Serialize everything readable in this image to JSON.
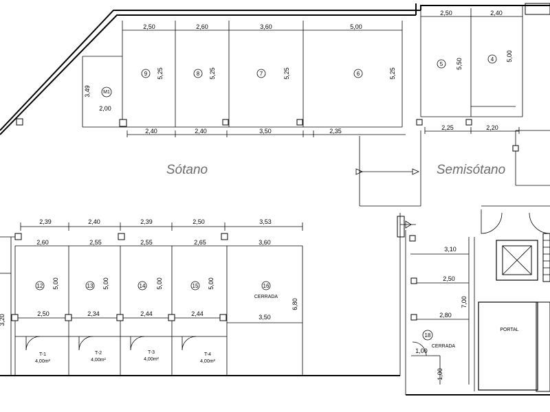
{
  "areas": {
    "sotano": "Sótano",
    "semisotano": "Semisótano",
    "portal": "PORTAL"
  },
  "top_row": {
    "top_dims": [
      "2,50",
      "2,60",
      "3,60",
      "5,00"
    ],
    "bottom_dims": [
      "2,40",
      "2,40",
      "3,50",
      "2,35"
    ],
    "spaces": [
      {
        "number": "9",
        "depth": "5,25"
      },
      {
        "number": "8",
        "depth": "5,25"
      },
      {
        "number": "7",
        "depth": "5,25"
      },
      {
        "number": "6",
        "depth": "5,25"
      }
    ],
    "m1": {
      "number": "M1",
      "height": "3,49",
      "width": "2,00"
    }
  },
  "top_right": {
    "top_dims": [
      "2,50",
      "2,40"
    ],
    "bottom_dims": [
      "2,25",
      "2,20"
    ],
    "spaces": [
      {
        "number": "5",
        "depth": "5,50"
      },
      {
        "number": "4",
        "depth": "5,00"
      }
    ]
  },
  "bottom_row": {
    "outer_dims": [
      "2,39",
      "2,40",
      "2,39",
      "2,50",
      "3,53"
    ],
    "inner_dims": [
      "2,60",
      "2,55",
      "2,55",
      "2,65",
      "3,60"
    ],
    "mid_dims": [
      "2,50",
      "2,34",
      "2,44",
      "2,44",
      "3,50"
    ],
    "spaces": [
      {
        "number": "12",
        "depth": "5,00"
      },
      {
        "number": "13",
        "depth": "5,00"
      },
      {
        "number": "14",
        "depth": "5,00"
      },
      {
        "number": "15",
        "depth": "5,00"
      }
    ],
    "space16": {
      "number": "16",
      "status": "CERRADA",
      "depth": "6,80"
    },
    "left_edge_dim": "3,20",
    "storage": [
      {
        "name": "T-1",
        "area": "4,00m²"
      },
      {
        "name": "T-2",
        "area": "4,00m²"
      },
      {
        "name": "T-3",
        "area": "4,00m²"
      },
      {
        "name": "T-4",
        "area": "4,00m²"
      }
    ]
  },
  "space18": {
    "number": "18",
    "status": "CERRADA",
    "dims": [
      "3,10",
      "2,50",
      "2,80"
    ],
    "depth": "7,00",
    "small_dims": [
      "1,00",
      "1,00"
    ]
  }
}
